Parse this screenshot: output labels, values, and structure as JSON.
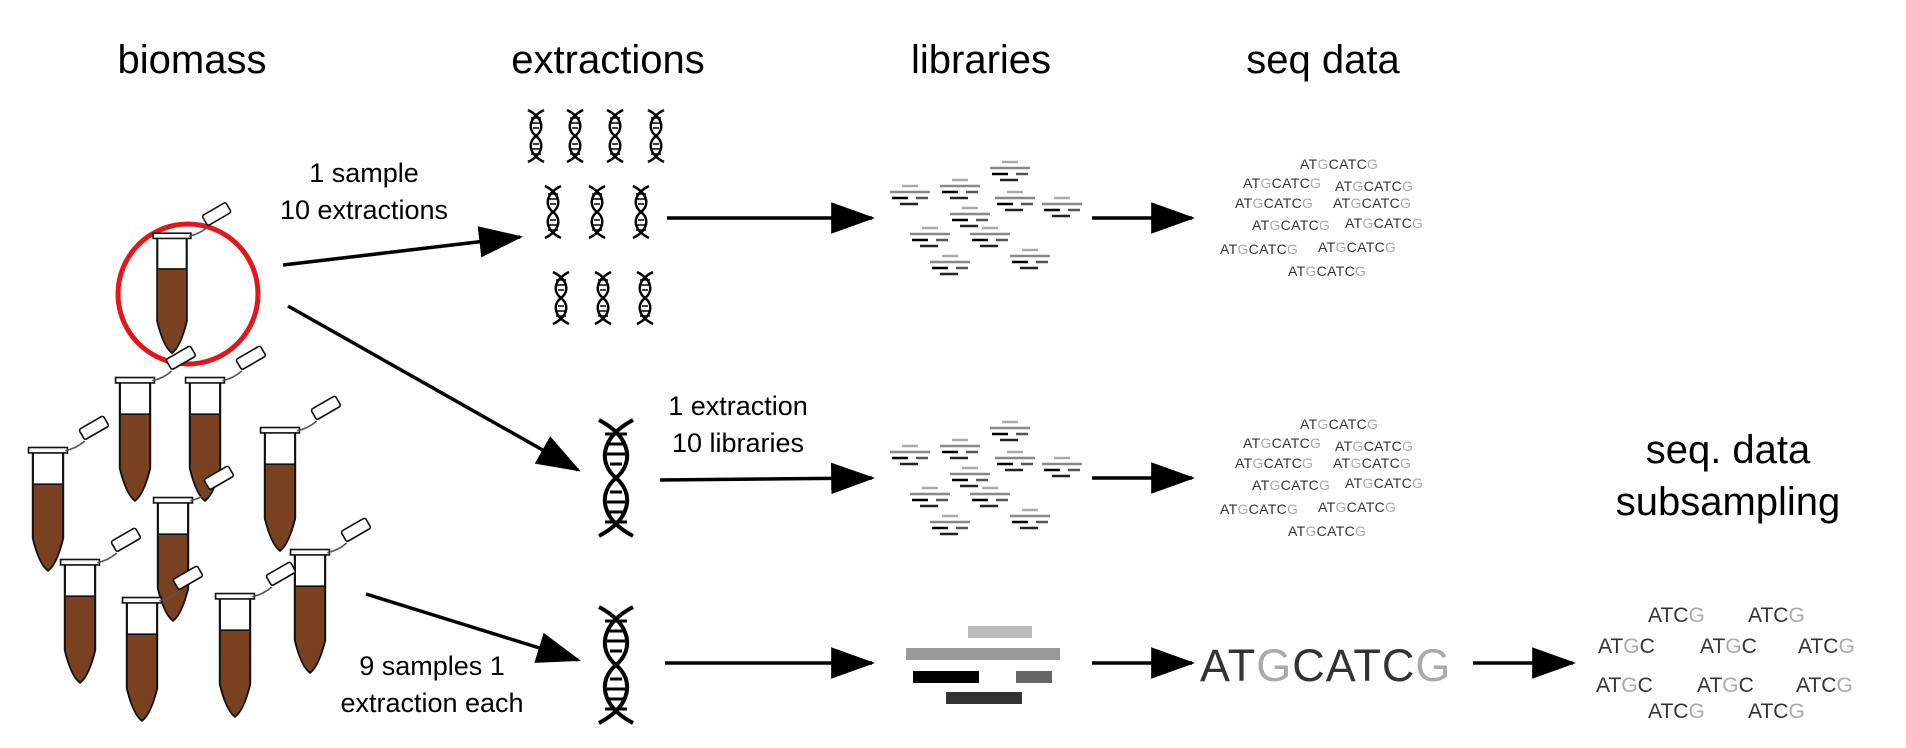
{
  "headers": {
    "biomass": "biomass",
    "extractions": "extractions",
    "libraries": "libraries",
    "seq_data": "seq data",
    "subsampling_line1": "seq. data",
    "subsampling_line2": "subsampling"
  },
  "labels": {
    "row1_line1": "1 sample",
    "row1_line2": "10 extractions",
    "row2_line1": "1 extraction",
    "row2_line2": "10 libraries",
    "row3_line1": "9 samples 1",
    "row3_line2": "extraction each"
  },
  "sequence": "ATGCATCG",
  "sub_long": "ATCG",
  "sub_short": "ATGC",
  "colors": {
    "highlight_circle": "#e3161b",
    "tube_content": "#7a4120",
    "seq_gray": "#aaaaaa",
    "seq_dark": "#333333"
  }
}
